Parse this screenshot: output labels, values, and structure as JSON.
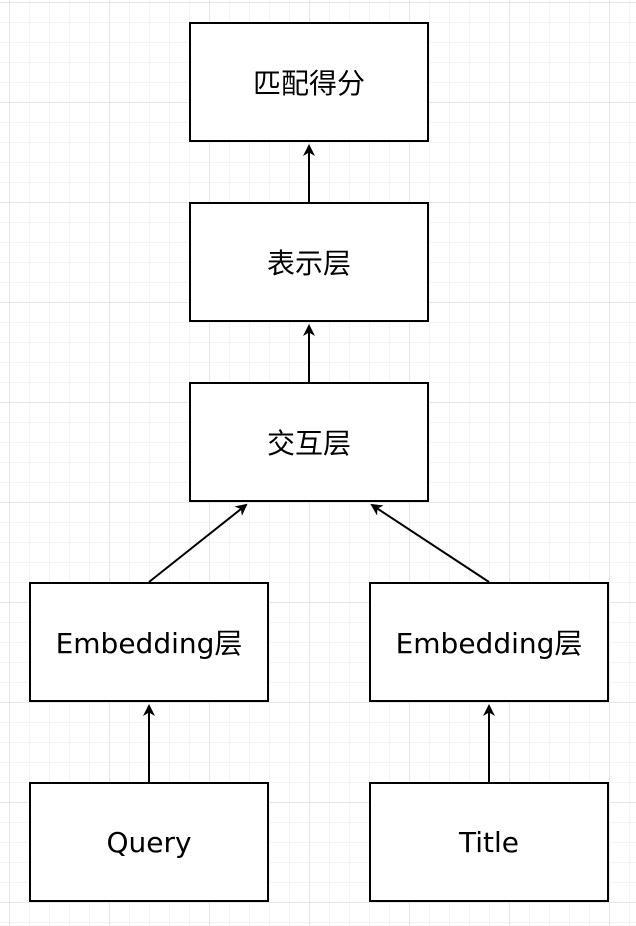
{
  "diagram": {
    "nodes": {
      "score": "匹配得分",
      "representation": "表示层",
      "interaction": "交互层",
      "embedding_left": "Embedding层",
      "embedding_right": "Embedding层",
      "query": "Query",
      "title": "Title"
    },
    "edges": [
      {
        "from": "query",
        "to": "embedding_left"
      },
      {
        "from": "title",
        "to": "embedding_right"
      },
      {
        "from": "embedding_left",
        "to": "interaction"
      },
      {
        "from": "embedding_right",
        "to": "interaction"
      },
      {
        "from": "interaction",
        "to": "representation"
      },
      {
        "from": "representation",
        "to": "score"
      }
    ],
    "colors": {
      "stroke": "#000000",
      "fill": "#ffffff",
      "grid": "#e6e6e6"
    }
  }
}
